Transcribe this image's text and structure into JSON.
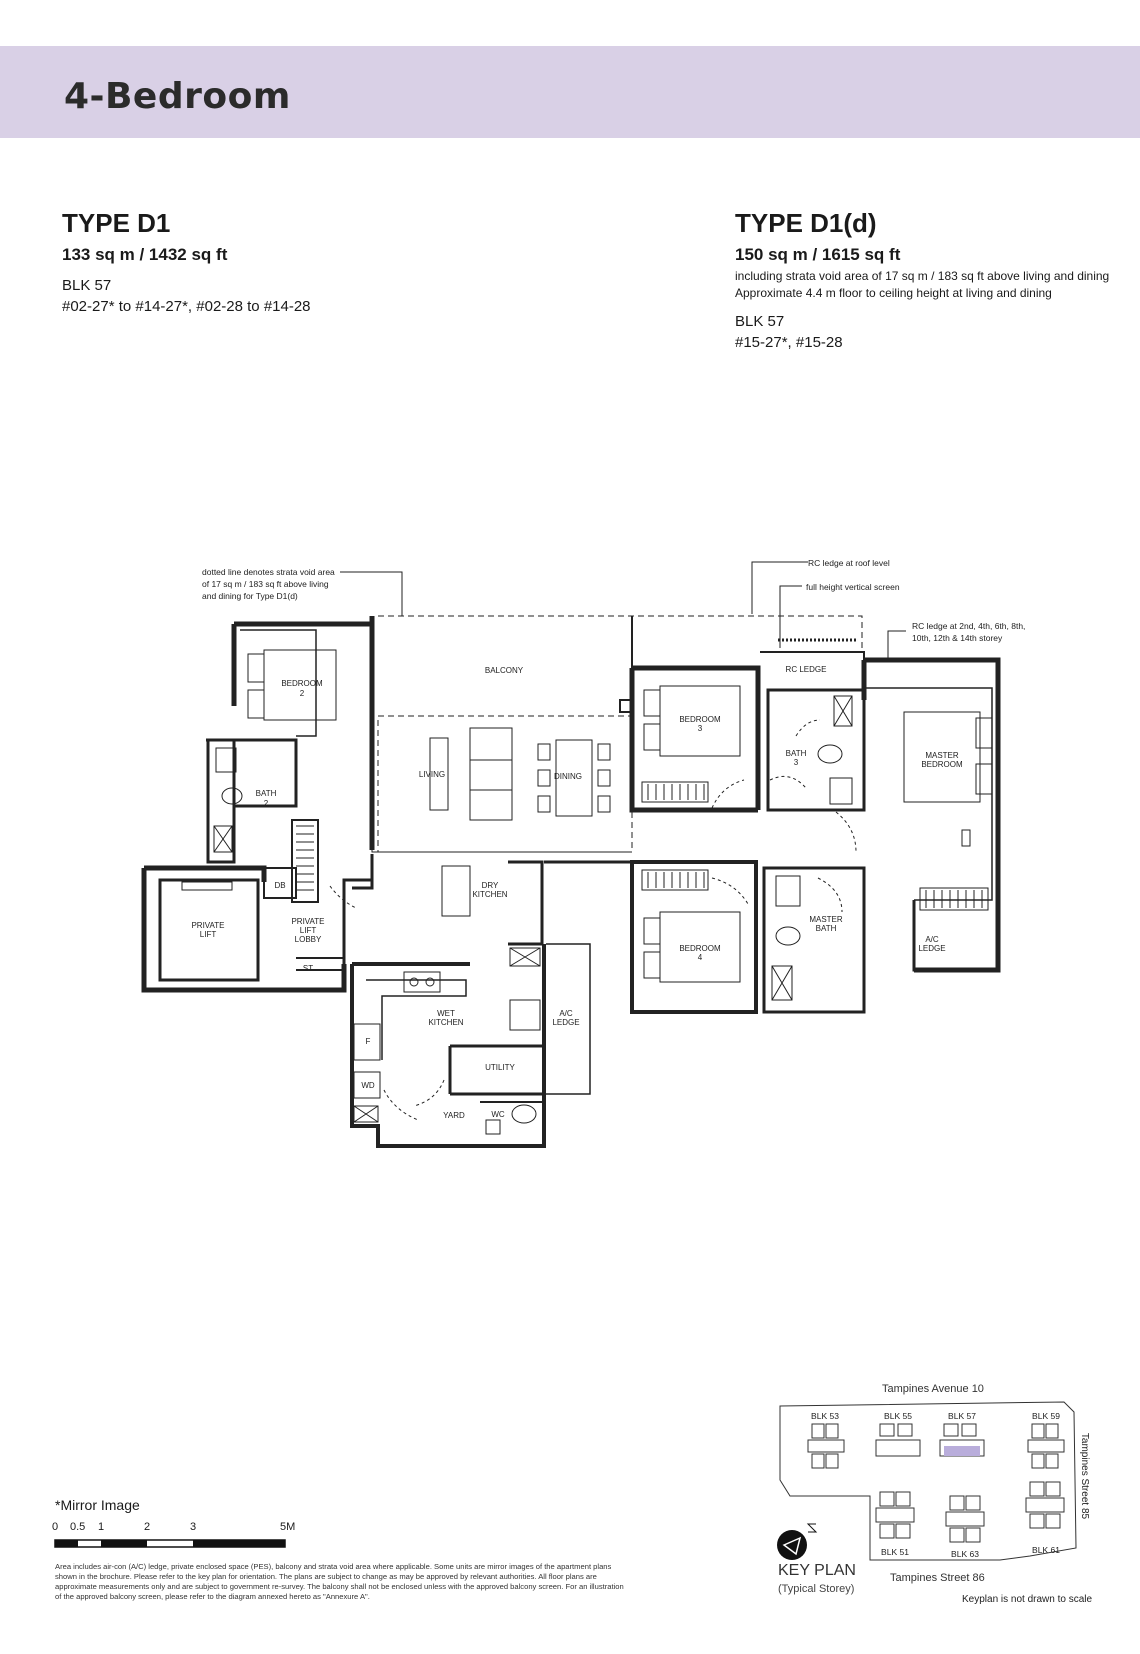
{
  "header": {
    "title": "4-Bedroom"
  },
  "units": [
    {
      "name": "TYPE D1",
      "area": "133 sq m / 1432 sq ft",
      "notes": [],
      "block": "BLK  57",
      "units": "#02-27* to #14-27*, #02-28 to #14-28"
    },
    {
      "name": "TYPE D1(d)",
      "area": "150 sq m / 1615 sq ft",
      "notes": [
        "including strata void area of 17 sq m / 183 sq ft above living and dining",
        "Approximate 4.4 m floor to ceiling height at living and dining"
      ],
      "block": "BLK  57",
      "units": "#15-27*, #15-28"
    }
  ],
  "floorplan": {
    "callouts": {
      "void_1": "dotted line denotes strata void area",
      "void_2": "of 17 sq m / 183 sq ft above living",
      "void_3": "and dining for Type D1(d)",
      "rc_roof": "RC ledge at roof level",
      "screen": "full height vertical screen",
      "rc_floors_1": "RC ledge at 2nd, 4th, 6th, 8th,",
      "rc_floors_2": "10th, 12th & 14th storey"
    },
    "rooms": {
      "balcony": "BALCONY",
      "bedroom2_a": "BEDROOM",
      "bedroom2_b": "2",
      "bath2_a": "BATH",
      "bath2_b": "2",
      "living": "LIVING",
      "dining": "DINING",
      "rc_ledge": "RC LEDGE",
      "bedroom3_a": "BEDROOM",
      "bedroom3_b": "3",
      "bath3_a": "BATH",
      "bath3_b": "3",
      "master_a": "MASTER",
      "master_b": "BEDROOM",
      "db": "DB",
      "lift_a": "PRIVATE",
      "lift_b": "LIFT",
      "lobby_a": "PRIVATE",
      "lobby_b": "LIFT",
      "lobby_c": "LOBBY",
      "st": "ST",
      "dry_a": "DRY",
      "dry_b": "KITCHEN",
      "bedroom4_a": "BEDROOM",
      "bedroom4_b": "4",
      "mbath_a": "MASTER",
      "mbath_b": "BATH",
      "acl_right_a": "A/C",
      "acl_right_b": "LEDGE",
      "wet_a": "WET",
      "wet_b": "KITCHEN",
      "acl_mid_a": "A/C",
      "acl_mid_b": "LEDGE",
      "fridge": "F",
      "utility": "UTILITY",
      "wd": "WD",
      "yard": "YARD",
      "wc": "WC",
      "x_mark": "X"
    }
  },
  "footer": {
    "mirror_note": "*Mirror Image",
    "scale": [
      "0",
      "0.5",
      "1",
      "2",
      "3",
      "5M"
    ],
    "disclaimer": "Area includes air-con (A/C) ledge, private enclosed space (PES), balcony and strata void area where applicable. Some units are mirror images of the apartment plans shown in the brochure. Please refer to the key plan for orientation. The plans are subject to change as may be approved by relevant authorities. All floor plans are approximate measurements only and are subject to government re-survey. The balcony shall not be enclosed unless with the approved balcony screen. For an illustration of the approved balcony screen, please refer to the diagram annexed hereto as \"Annexure A\"."
  },
  "keyplan": {
    "street_top": "Tampines  Avenue  10",
    "street_right": "Tampines  Street  85",
    "street_bottom": "Tampines  Street  86",
    "blocks": {
      "b53": "BLK 53",
      "b55": "BLK 55",
      "b57": "BLK 57",
      "b59": "BLK 59",
      "b51": "BLK 51",
      "b63": "BLK 63",
      "b61": "BLK 61"
    },
    "title": "KEY PLAN",
    "subtitle": "(Typical Storey)",
    "note": "Keyplan is not drawn to scale",
    "highlight_color": "#b9addb"
  }
}
